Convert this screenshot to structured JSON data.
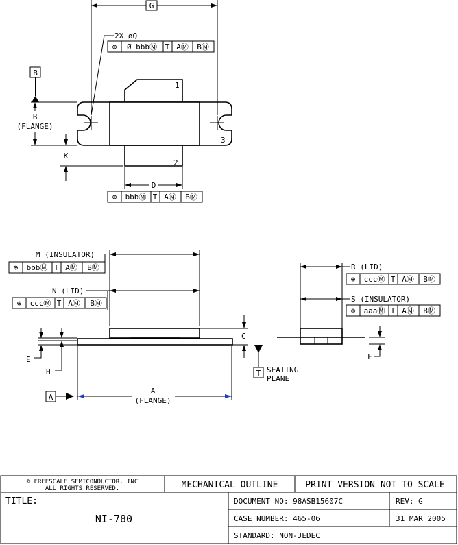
{
  "top_view": {
    "dim_g": "G",
    "hole_callout": "2X øQ",
    "hole_fcf": [
      "⊕",
      "Ø bbbⓂ",
      "T",
      "AⓂ",
      "BⓂ"
    ],
    "datum_b_box": "B",
    "dim_b": "B",
    "dim_b_note": "(FLANGE)",
    "dim_k": "K",
    "dim_d": "D",
    "d_fcf": [
      "⊕",
      "bbbⓂ",
      "T",
      "AⓂ",
      "BⓂ"
    ],
    "pin1": "1",
    "pin2": "2",
    "pin3": "3"
  },
  "side_view": {
    "dim_m": "M (INSULATOR)",
    "m_fcf": [
      "⊕",
      "bbbⓂ",
      "T",
      "AⓂ",
      "BⓂ"
    ],
    "dim_n": "N (LID)",
    "n_fcf": [
      "⊕",
      "cccⓂ",
      "T",
      "AⓂ",
      "BⓂ"
    ],
    "dim_c": "C",
    "dim_e": "E",
    "dim_h": "H",
    "datum_t_box": "T",
    "seating_1": "SEATING",
    "seating_2": "PLANE",
    "datum_a_box": "A",
    "dim_a": "A",
    "dim_a_note": "(FLANGE)"
  },
  "end_view": {
    "dim_r": "R (LID)",
    "r_fcf": [
      "⊕",
      "cccⓂ",
      "T",
      "AⓂ",
      "BⓂ"
    ],
    "dim_s": "S (INSULATOR)",
    "s_fcf": [
      "⊕",
      "aaaⓂ",
      "T",
      "AⓂ",
      "BⓂ"
    ],
    "dim_f": "F"
  },
  "title_block": {
    "copyright_1": "© FREESCALE SEMICONDUCTOR, INC",
    "copyright_2": "ALL RIGHTS RESERVED.",
    "outline": "MECHANICAL OUTLINE",
    "print_note": "PRINT VERSION NOT TO SCALE",
    "title_label": "TITLE:",
    "title_value": "NI-780",
    "document_no": "DOCUMENT NO: 98ASB15607C",
    "rev": "REV: G",
    "case_number": "CASE NUMBER: 465-06",
    "date": "31 MAR 2005",
    "standard": "STANDARD: NON-JEDEC"
  }
}
